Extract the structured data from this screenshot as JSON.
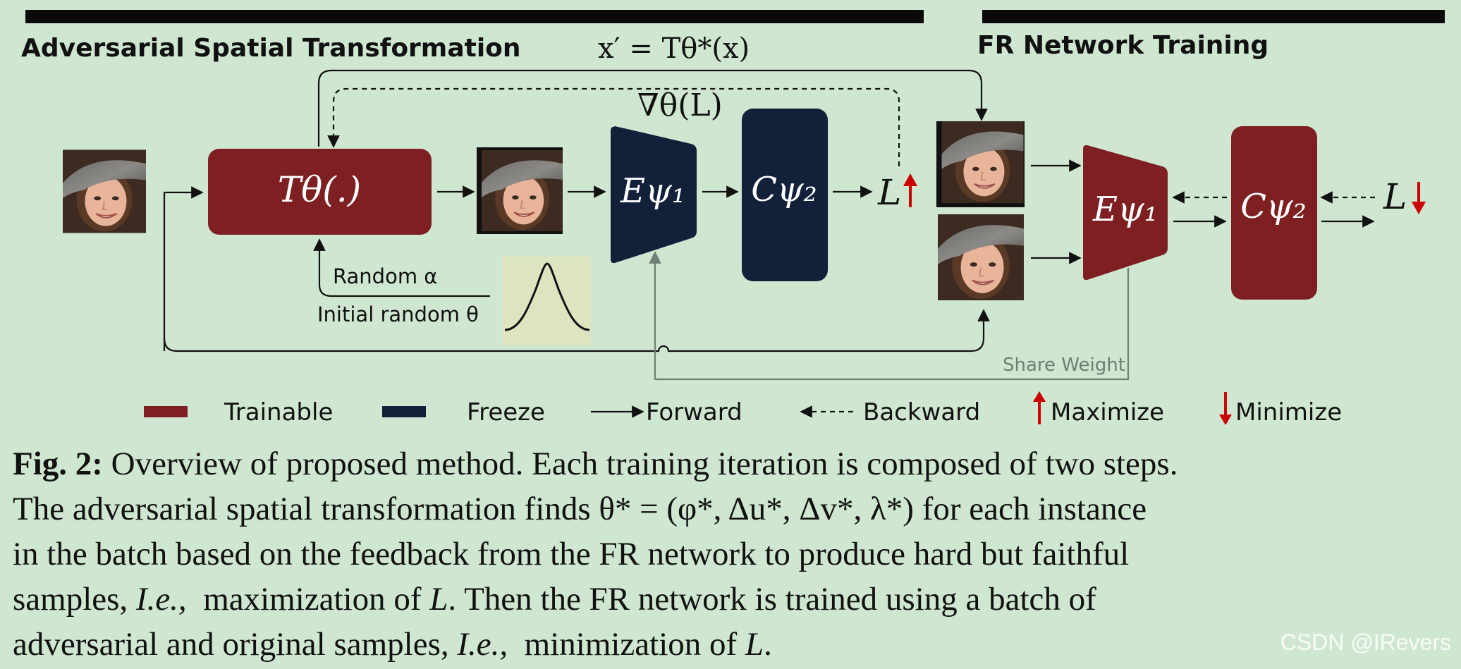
{
  "colors": {
    "background": "#cfe6d1",
    "trainable": "#7e1f22",
    "freeze": "#12203a",
    "arrow_red": "#cc0000",
    "gaussian_box": "#dde5c0",
    "share_line": "#6f7f73"
  },
  "headers": {
    "left": "Adversarial Spatial Transformation",
    "right": "FR Network Training"
  },
  "formulas": {
    "x_prime": "x′ = Tθ*(x)",
    "gradient": "∇θ(L)"
  },
  "blocks": {
    "transform": "Tθ(.)",
    "encoder_frozen": "Eψ₁",
    "classifier_frozen": "Cψ₂",
    "encoder_trainable": "Eψ₁",
    "classifier_trainable": "Cψ₂"
  },
  "loss": {
    "max_label": "L",
    "min_label": "L"
  },
  "labels": {
    "random_alpha": "Random α",
    "initial_theta": "Initial random θ",
    "share_weight": "Share Weight"
  },
  "legend": {
    "trainable": "Trainable",
    "freeze": "Freeze",
    "forward": "Forward",
    "backward": "Backward",
    "maximize": "Maximize",
    "minimize": "Minimize"
  },
  "caption": {
    "fig_label": "Fig. 2:",
    "line1": "Overview of proposed method. Each training iteration is composed of two steps.",
    "line2": "The adversarial spatial transformation finds θ* = (φ*, Δu*, Δv*, λ*) for each instance",
    "line3": "in the batch based on the feedback from the FR network to produce hard but faithful",
    "line4_a": "samples,",
    "line4_b": "I.e.,",
    "line4_c": "maximization of",
    "line4_d": "L",
    "line4_e": ". Then the FR network is trained using a batch of",
    "line5_a": "adversarial and original samples,",
    "line5_b": "I.e.,",
    "line5_c": "minimization of",
    "line5_d": "L",
    "line5_e": "."
  },
  "watermark": "CSDN @IRevers"
}
